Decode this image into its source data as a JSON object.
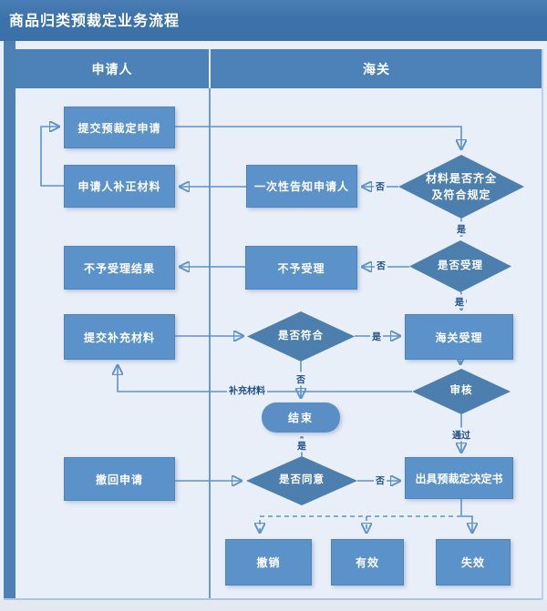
{
  "title": "商品归类预裁定业务流程",
  "lanes": {
    "applicant": "申请人",
    "customs": "海关"
  },
  "nodes": {
    "submit_application": "提交预裁定申请",
    "applicant_correct": "申请人补正材料",
    "notify_once": "一次性告知申请人",
    "check_materials_line1": "材料是否齐全",
    "check_materials_line2": "及符合规定",
    "reject_result": "不予受理结果",
    "reject": "不予受理",
    "accept_question": "是否受理",
    "submit_supplement": "提交补充材料",
    "comply_question": "是否符合",
    "customs_accept": "海关受理",
    "review": "审核",
    "end": "结束",
    "withdraw": "撤回申请",
    "agree_question": "是否同意",
    "issue_decision": "出具预裁定决定书",
    "revoke": "撤销",
    "valid": "有效",
    "invalid": "失效"
  },
  "labels": {
    "yes": "是",
    "no": "否",
    "pass": "通过",
    "supplement": "补充材料"
  },
  "colors": {
    "title_bar": "#3c72aa",
    "lane_header": "#4d82b8",
    "box_fill": "#5c92ca",
    "diamond_fill": "#4d7fae",
    "connector": "#5e92c8",
    "edge_label_text": "#1c4d86",
    "background": "#e9eff8"
  }
}
